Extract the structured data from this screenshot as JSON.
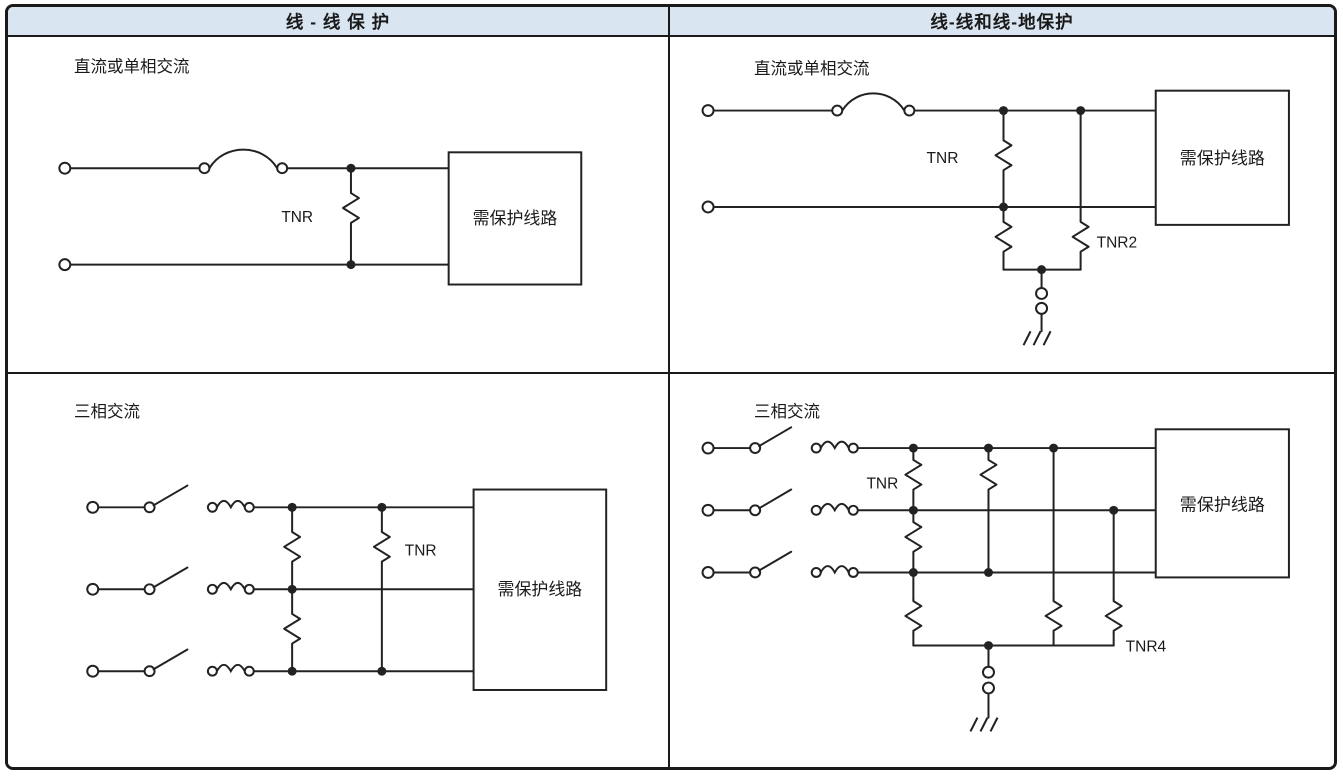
{
  "header": {
    "left_title": "线 - 线 保 护",
    "right_title": "线-线和线-地保护"
  },
  "colors": {
    "ink": "#1a1a1a",
    "header_bg": "#d9e5f1"
  },
  "cells": {
    "dc_line_line": {
      "title": "直流或单相交流",
      "tnr": "TNR",
      "box": "需保护线路"
    },
    "dc_line_ground": {
      "title": "直流或单相交流",
      "tnr": "TNR",
      "tnr2": "TNR2",
      "box": "需保护线路"
    },
    "ac3_line_line": {
      "title": "三相交流",
      "tnr": "TNR",
      "box": "需保护线路"
    },
    "ac3_line_ground": {
      "title": "三相交流",
      "tnr": "TNR",
      "tnr4": "TNR4",
      "box": "需保护线路"
    }
  }
}
